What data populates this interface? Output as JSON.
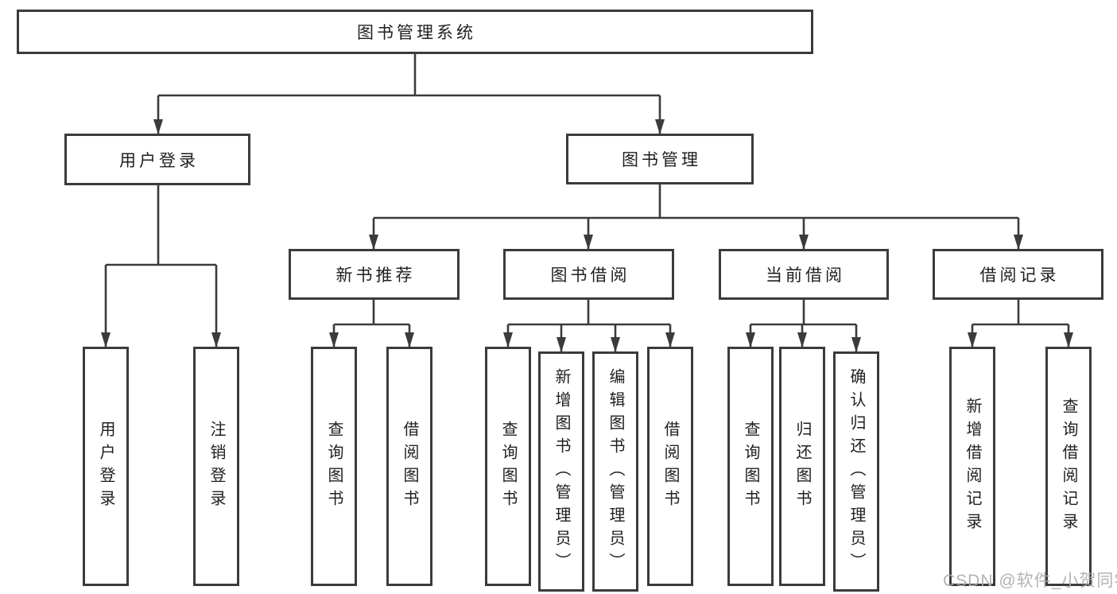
{
  "colors": {
    "line": "#3b3b3b",
    "box_border": "#3b3b3b",
    "text": "#1f1f1f",
    "watermark": "#ababab",
    "background": "#ffffff"
  },
  "watermark": "CSDN @软件_小贺同学",
  "tree": {
    "root": {
      "label": "图书管理系统",
      "children": [
        {
          "label": "用户登录",
          "children": [
            {
              "label": "用户登录"
            },
            {
              "label": "注销登录"
            }
          ]
        },
        {
          "label": "图书管理",
          "children": [
            {
              "label": "新书推荐",
              "children": [
                {
                  "label": "查询图书"
                },
                {
                  "label": "借阅图书"
                }
              ]
            },
            {
              "label": "图书借阅",
              "children": [
                {
                  "label": "查询图书"
                },
                {
                  "label": "新增图书（管理员）"
                },
                {
                  "label": "编辑图书（管理员）"
                },
                {
                  "label": "借阅图书"
                }
              ]
            },
            {
              "label": "当前借阅",
              "children": [
                {
                  "label": "查询图书"
                },
                {
                  "label": "归还图书"
                },
                {
                  "label": "确认归还（管理员）"
                }
              ]
            },
            {
              "label": "借阅记录",
              "children": [
                {
                  "label": "新增借阅记录"
                },
                {
                  "label": "查询借阅记录"
                }
              ]
            }
          ]
        }
      ]
    }
  }
}
